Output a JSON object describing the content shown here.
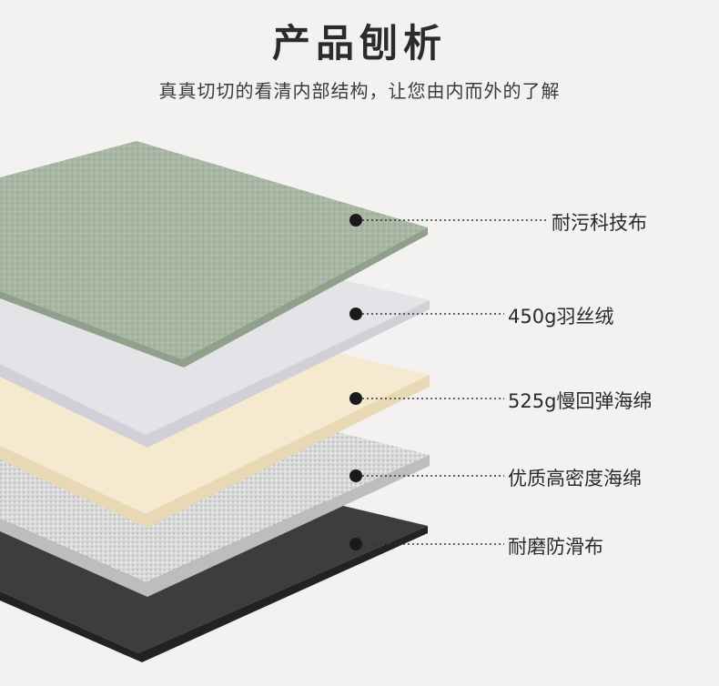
{
  "header": {
    "title": "产品刨析",
    "subtitle": "真真切切的看清内部结构，让您由内而外的了解"
  },
  "layers": [
    {
      "label": "耐污科技布"
    },
    {
      "label": "450g羽丝绒"
    },
    {
      "label": "525g慢回弹海绵"
    },
    {
      "label": "优质高密度海绵"
    },
    {
      "label": "耐磨防滑布"
    }
  ]
}
